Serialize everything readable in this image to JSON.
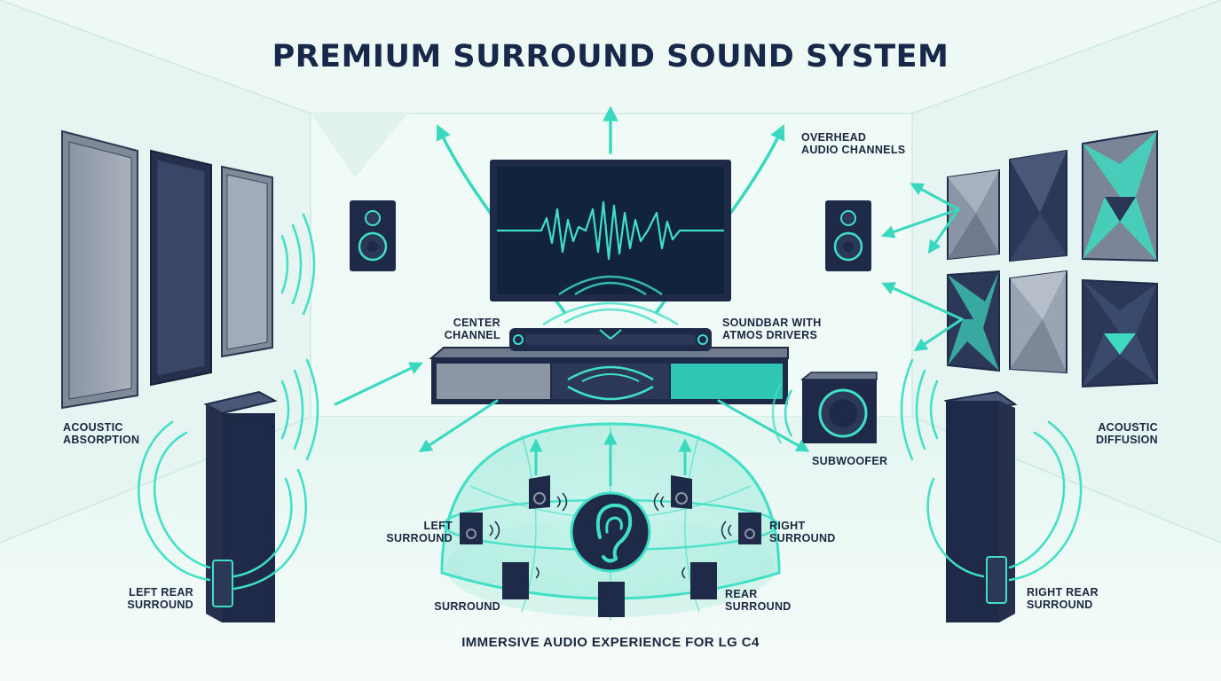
{
  "title": "PREMIUM SURROUND SOUND SYSTEM",
  "subtitle": "IMMERSIVE AUDIO EXPERIENCE FOR LG C4",
  "labels": {
    "overhead": [
      "OVERHEAD",
      "AUDIO CHANNELS"
    ],
    "center": [
      "CENTER",
      "CHANNEL"
    ],
    "soundbar": [
      "SOUNDBAR WITH",
      "ATMOS DRIVERS"
    ],
    "acoustic_absorption": [
      "ACOUSTIC",
      "ABSORPTION"
    ],
    "acoustic_diffusion": [
      "ACOUSTIC",
      "DIFFUSION"
    ],
    "subwoofer": [
      "SUBWOOFER"
    ],
    "left_surround": [
      "LEFT",
      "SURROUND"
    ],
    "right_surround": [
      "RIGHT",
      "SURROUND"
    ],
    "surround": [
      "SURROUND"
    ],
    "rear_surround": [
      "REAR",
      "SURROUND"
    ],
    "left_rear_surround": [
      "LEFT REAR",
      "SURROUND"
    ],
    "right_rear_surround": [
      "RIGHT REAR",
      "SURROUND"
    ]
  },
  "colors": {
    "background": "#eef8f5",
    "accent": "#3fe0c6",
    "navy": "#1e2a47",
    "text": "#1a2740"
  },
  "icons": [
    "tv-icon",
    "speaker-icon",
    "ear-icon",
    "subwoofer-icon",
    "acoustic-panel-icon",
    "diffuser-panel-icon",
    "soundbar-icon",
    "arrow-icon"
  ]
}
